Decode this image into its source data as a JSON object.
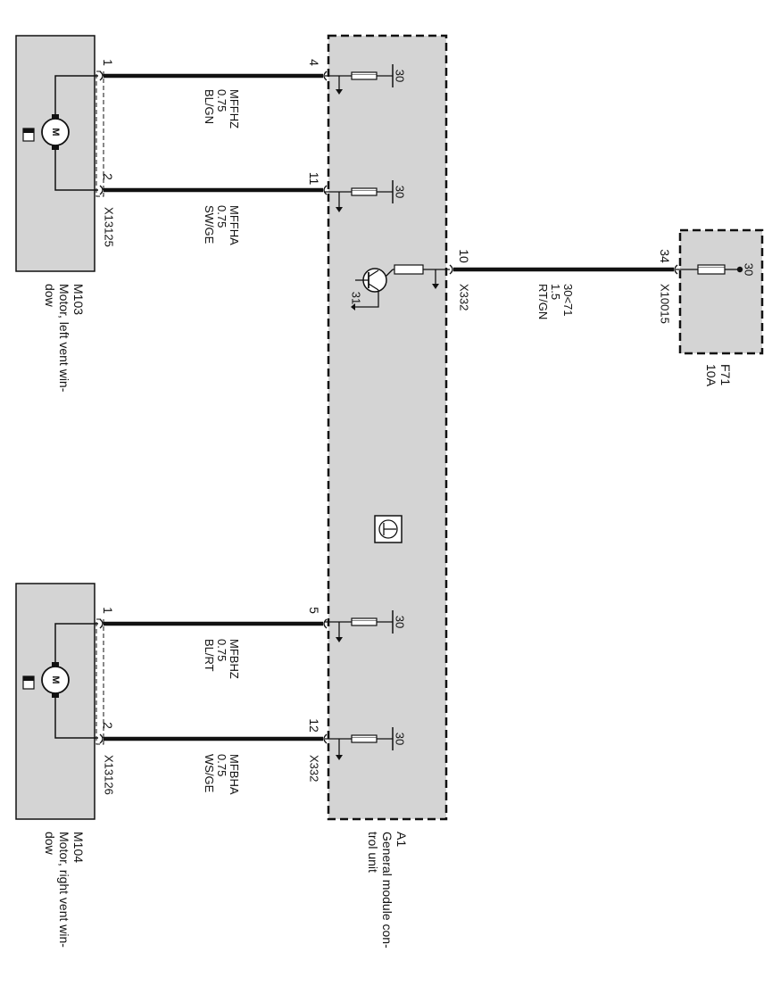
{
  "colors": {
    "component_fill": "#d4d4d4",
    "wire": "#111111",
    "background": "#ffffff"
  },
  "modules": {
    "gm": {
      "designator": "A1",
      "name_line1": "General module con-",
      "name_line2": "trol unit",
      "ground_label": "31"
    },
    "fuse": {
      "designator": "F71",
      "rating": "10A",
      "term_label": "30",
      "connector": "X10015",
      "pin": "34"
    },
    "m103": {
      "designator": "M103",
      "name_line1": "Motor, left vent win-",
      "name_line2": "dow",
      "connector": "X13125",
      "motor_letter": "M",
      "pin1": "1",
      "pin2": "2"
    },
    "m104": {
      "designator": "M104",
      "name_line1": "Motor, right vent win-",
      "name_line2": "dow",
      "connector": "X13126",
      "motor_letter": "M",
      "pin1": "1",
      "pin2": "2"
    }
  },
  "gm_pins": {
    "p4": "4",
    "p11": "11",
    "p10": "10",
    "p5": "5",
    "p12": "12",
    "term_label": "30",
    "connector_top": "X332",
    "connector_bottom": "X332"
  },
  "wires": {
    "mffhz": {
      "signal": "MFFHZ",
      "size": "0.75",
      "color": "BL/GN"
    },
    "mffha": {
      "signal": "MFFHA",
      "size": "0.75",
      "color": "SW/GE"
    },
    "supply": {
      "signal": "30<71",
      "size": "1.5",
      "color": "RT/GN"
    },
    "mfbhz": {
      "signal": "MFBHZ",
      "size": "0.75",
      "color": "BL/RT"
    },
    "mfbha": {
      "signal": "MFBHA",
      "size": "0.75",
      "color": "WS/GE"
    }
  }
}
